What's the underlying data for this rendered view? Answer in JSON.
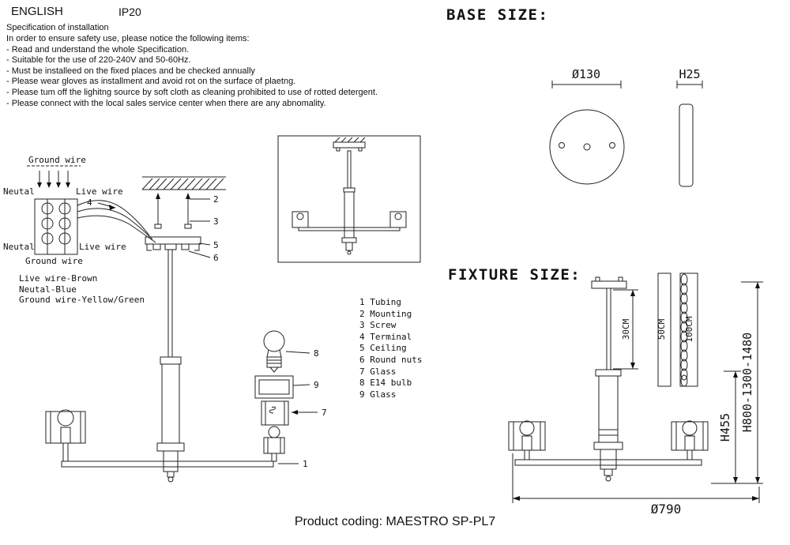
{
  "header": {
    "language": "ENGLISH",
    "ip": "IP20"
  },
  "spec": {
    "title": "Specification of installation",
    "lines": [
      "In order to ensure safety use, please notice the following items:",
      "- Read and understand the whole Specification.",
      "- Suitable for the use of 220-240V and 50-60Hz.",
      "- Must be installeed on the fixed places and be checked annually",
      "- Please wear gloves as installment and avoid rot on the surface of plaetng.",
      "- Please tum off the lighitng source by soft cloth as cleaning prohibited to use of rotted detergent.",
      "- Please connect with the local sales service center when there are any abnomality."
    ]
  },
  "wiring": {
    "ground_top": "Ground wire",
    "neutral_top": "Neutal",
    "live_top": "Live wire",
    "neutral_bottom": "Neutal",
    "live_bottom": "Live wire",
    "ground_bottom": "Ground wire",
    "legend": [
      "Live wire-Brown",
      "Neutal-Blue",
      "Ground wire-Yellow/Green"
    ]
  },
  "callouts": {
    "c1": "1",
    "c2": "2",
    "c3": "3",
    "c4": "4",
    "c5": "5",
    "c6": "6",
    "c7": "7",
    "c8": "8",
    "c9": "9"
  },
  "parts": {
    "lines": [
      "1 Tubing",
      "2 Mounting",
      "3 Screw",
      "4 Terminal",
      "5 Ceiling",
      "6 Round nuts",
      "7 Glass",
      "8 E14 bulb",
      "9 Glass"
    ]
  },
  "base": {
    "title": "BASE SIZE:",
    "diameter": "Ø130",
    "height": "H25"
  },
  "fixture": {
    "title": "FIXTURE SIZE:",
    "rod30": "30CM",
    "rod50": "50CM",
    "rod100": "100CM",
    "h455": "H455",
    "h_range": "H800-1300-1480",
    "diameter": "Ø790"
  },
  "footer": {
    "product_coding": "Product coding: MAESTRO SP-PL7"
  }
}
